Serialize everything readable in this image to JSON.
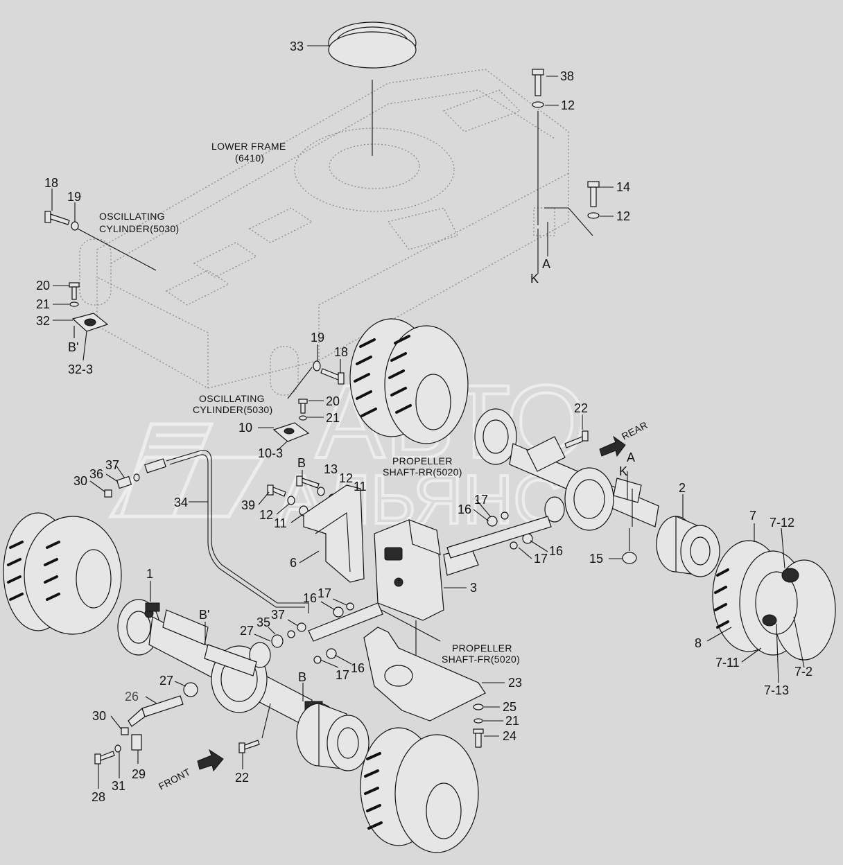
{
  "title": "",
  "captions": {
    "lower_frame": "LOWER FRAME",
    "lower_frame_code": "(6410)",
    "osc_cyl_top_1": "OSCILLATING",
    "osc_cyl_top_2": "CYLINDER(5030)",
    "osc_cyl_mid_1": "OSCILLATING",
    "osc_cyl_mid_2": "CYLINDER(5030)",
    "prop_rr_1": "PROPELLER",
    "prop_rr_2": "SHAFT-RR(5020)",
    "prop_fr_1": "PROPELLER",
    "prop_fr_2": "SHAFT-FR(5020)",
    "rear": "REAR",
    "front": "FRONT"
  },
  "callouts": {
    "c33": "33",
    "c38": "38",
    "c12a": "12",
    "c14": "14",
    "c12b": "12",
    "cA1": "A",
    "cK1": "K",
    "c18a": "18",
    "c19a": "19",
    "c20a": "20",
    "c21a": "21",
    "c32": "32",
    "cB1": "B'",
    "c32_3": "32-3",
    "c19b": "19",
    "c18b": "18",
    "c20b": "20",
    "c21b": "21",
    "c10": "10",
    "c10_3": "10-3",
    "c22a": "22",
    "cA2": "A",
    "cK2": "K",
    "c37a": "37",
    "c36": "36",
    "c30a": "30",
    "cB2": "B",
    "c13": "13",
    "c12c": "12",
    "c11a": "11",
    "c34": "34",
    "c39": "39",
    "c12d": "12",
    "c11b": "11",
    "c17a": "17",
    "c16a": "16",
    "c2": "2",
    "c7": "7",
    "c7_12": "7-12",
    "c17b": "17",
    "c16b": "16",
    "c15": "15",
    "c6": "6",
    "c3": "3",
    "c8": "8",
    "c7_11": "7-11",
    "c7_13": "7-13",
    "c7_2": "7-2",
    "c1": "1",
    "cB3": "B'",
    "c16c": "16",
    "c17c": "17",
    "c37b": "37",
    "c35": "35",
    "c27a": "27",
    "c27b": "27",
    "c17d": "17",
    "c16d": "16",
    "c26": "26",
    "cB4": "B",
    "c23": "23",
    "c25": "25",
    "c21c": "21",
    "c24": "24",
    "c30b": "30",
    "c29": "29",
    "c31": "31",
    "c28": "28",
    "c22b": "22"
  },
  "watermark": {
    "line1": "АВТО",
    "line2": "АЛЬЯНС"
  }
}
